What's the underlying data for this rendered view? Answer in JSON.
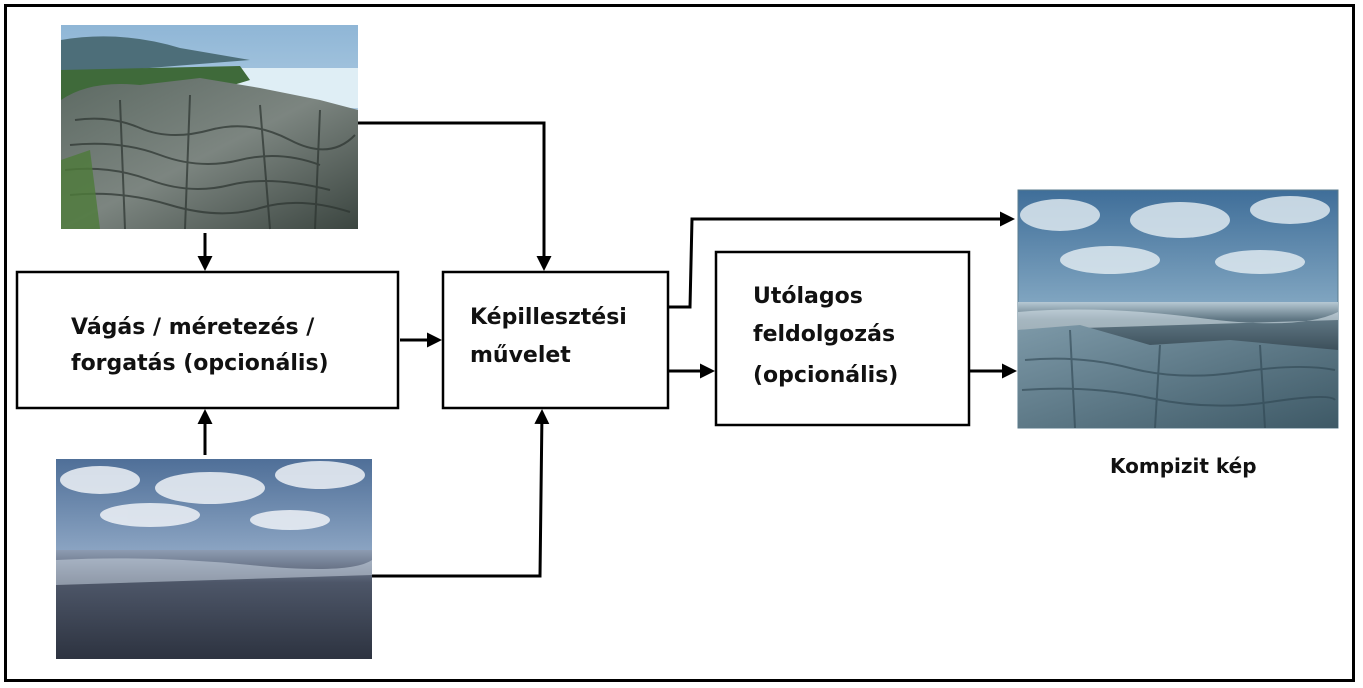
{
  "boxes": {
    "crop": {
      "line1": "Vágás / méretezés /",
      "line2": "forgatás (opcionális)"
    },
    "compositing": {
      "line1": "Képillesztési",
      "line2": "művelet"
    },
    "post": {
      "line1": "Utólagos",
      "line2": "feldolgozás",
      "line3": "(opcionális)"
    }
  },
  "output_caption": "Kompizit kép",
  "photos": {
    "foreground": "rock-formations-photo",
    "background": "sea-and-sky-photo",
    "composite": "composite-photo"
  }
}
